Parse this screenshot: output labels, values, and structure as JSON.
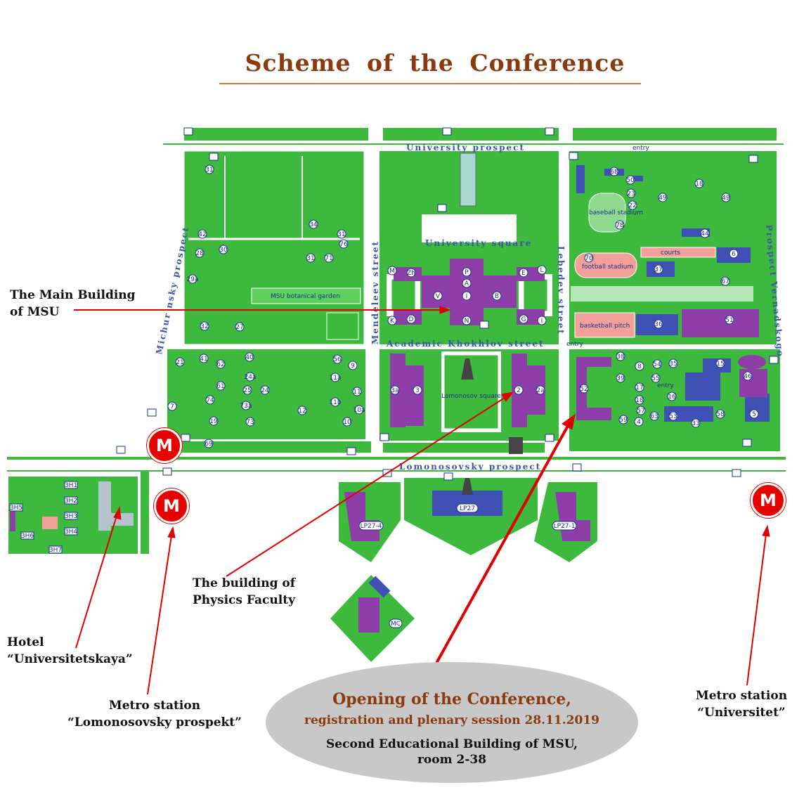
{
  "title": "Scheme of   the  Conference",
  "streets": {
    "university_prospect": "University   prospect",
    "university_square": "University  square",
    "academic_khokhlov": "Academic  Khokhlov  street",
    "lomonosovsky_prospect": "Lomonosovsky  prospect",
    "michurinsky": "Michur  nsky  prospect",
    "mendeleev": "Mendeleev  street",
    "lebedev": "Lebedev  street",
    "vernadskogo": "Prospect  Vernadskogo",
    "lomonosov_square": "Lomonosov square"
  },
  "map_places": {
    "baseball": "baseball stadium",
    "football": "football stadium",
    "courts": "courts",
    "basketball": "basketball pitch",
    "botanical": "MSU botanical garden",
    "entry1": "entry",
    "entry2": "entry",
    "entry3": "entry"
  },
  "building_numbers": [
    "31",
    "42",
    "28",
    "30",
    "29a",
    "32",
    "27",
    "34",
    "31",
    "76",
    "71",
    "31",
    "21",
    "41",
    "62",
    "61",
    "74",
    "7",
    "19",
    "40",
    "24a",
    "25",
    "24",
    "73a",
    "73",
    "12",
    "56",
    "9",
    "11a",
    "11",
    "11b",
    "10a",
    "10",
    "3a",
    "3",
    "2",
    "2a",
    "69",
    "68",
    "50",
    "23",
    "22",
    "78",
    "18",
    "49",
    "49",
    "44",
    "6",
    "67",
    "70",
    "37",
    "36",
    "51",
    "52",
    "38",
    "8",
    "54",
    "39",
    "55",
    "17",
    "18",
    "57",
    "59",
    "4",
    "63",
    "35",
    "15",
    "16",
    "53",
    "33",
    "58",
    "46",
    "5",
    "LP27",
    "LP27-4",
    "LP27-1",
    "MC",
    "3H1",
    "3H2",
    "3H3",
    "3H4",
    "3H5",
    "3H6",
    "3H7"
  ],
  "main_building_letters": [
    "P",
    "A",
    "I",
    "M",
    "Zh",
    "V",
    "B",
    "E",
    "L",
    "K",
    "D",
    "N",
    "G",
    "I"
  ],
  "labels": {
    "main_building": "The Main Building\nof MSU",
    "physics": "The building of\nPhysics Faculty",
    "hotel": "Hotel\n“Universitetskaya”",
    "metro_lomonosovsky": "Metro station\n“Lomonosovsky prospekt”",
    "metro_universitet": "Metro station\n“Universitet”"
  },
  "opening": {
    "headline": "Opening of the Conference,",
    "subline": "registration and plenary session 28.11.2019",
    "building": "Second Educational Building of MSU,",
    "room": "room 2-38"
  },
  "metro_symbol": "M",
  "colors": {
    "title": "#8B3A0E",
    "green": "#3DBA3D",
    "building_blue": "#3F51B5",
    "building_purple": "#8E3EA8",
    "arrow": "#E00000",
    "ellipse": "#c8c8c8"
  }
}
